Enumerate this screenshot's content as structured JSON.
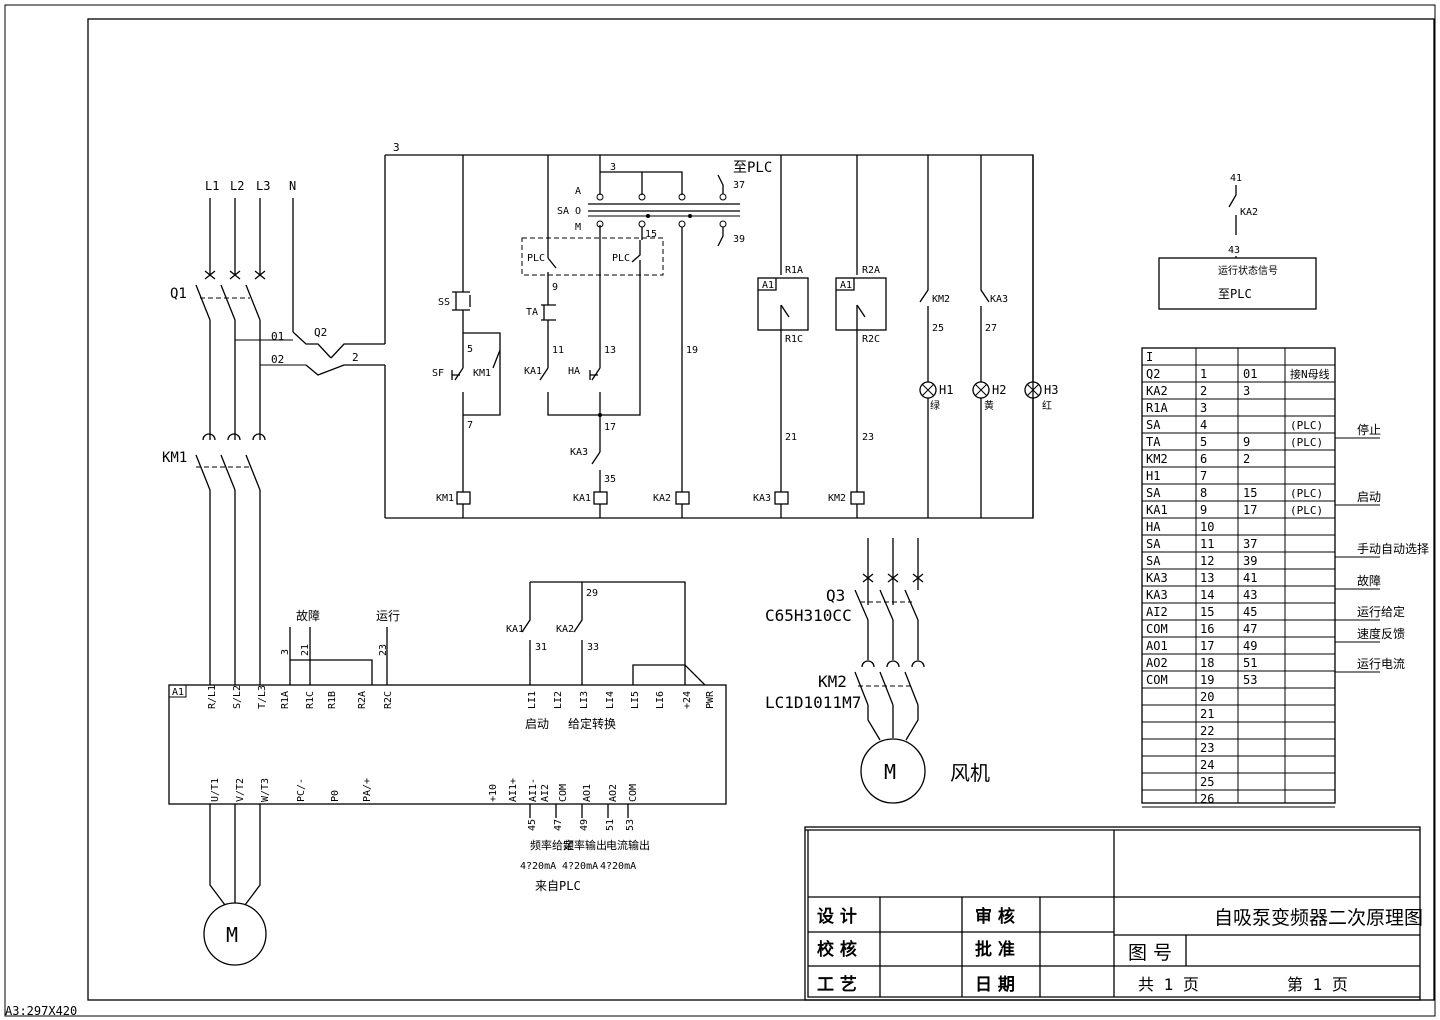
{
  "sheet_size": "A3:297X420",
  "power": {
    "phases": [
      "L1",
      "L2",
      "L3",
      "N"
    ],
    "breaker_main": "Q1",
    "breaker_ctrl": "Q2",
    "contactor_main": "KM1",
    "wire_01": "01",
    "wire_02": "02",
    "wire_2": "2",
    "wire_3": "3"
  },
  "control": {
    "plc_top": "至PLC",
    "sa_labels": [
      "A",
      "SA",
      "O",
      "M"
    ],
    "terminals": [
      "3",
      "37",
      "39",
      "15",
      "9",
      "5",
      "11",
      "13",
      "17",
      "19",
      "7",
      "35",
      "21",
      "23",
      "25",
      "27"
    ],
    "devices": [
      "SS",
      "SF",
      "KM1",
      "TA",
      "KA1",
      "HA",
      "KA3",
      "PLC",
      "PLC",
      "R1A",
      "R1C",
      "R2A",
      "R2C",
      "A1",
      "A1",
      "KM2",
      "KA3"
    ],
    "coils": [
      "KM1",
      "KA1",
      "KA2",
      "KA3",
      "KM2"
    ],
    "lamps": [
      {
        "name": "H1",
        "color": "绿"
      },
      {
        "name": "H2",
        "color": "黄"
      },
      {
        "name": "H3",
        "color": "红"
      }
    ]
  },
  "plc_box": {
    "contact_top": "41",
    "contact_name": "KA2",
    "contact_bottom": "43",
    "line1": "运行状态信号",
    "line2": "至PLC"
  },
  "terminal_table": {
    "header": "I",
    "rows": [
      {
        "dev": "Q2",
        "num": "1",
        "wire": "01",
        "note": "接N母线"
      },
      {
        "dev": "KA2",
        "num": "2",
        "wire": "3",
        "note": ""
      },
      {
        "dev": "R1A",
        "num": "3",
        "wire": "",
        "note": ""
      },
      {
        "dev": "SA",
        "num": "4",
        "wire": "",
        "note": "(PLC)"
      },
      {
        "dev": "TA",
        "num": "5",
        "wire": "9",
        "note": "(PLC)"
      },
      {
        "dev": "KM2",
        "num": "6",
        "wire": "2",
        "note": ""
      },
      {
        "dev": "H1",
        "num": "7",
        "wire": "",
        "note": ""
      },
      {
        "dev": "SA",
        "num": "8",
        "wire": "15",
        "note": "(PLC)"
      },
      {
        "dev": "KA1",
        "num": "9",
        "wire": "17",
        "note": "(PLC)"
      },
      {
        "dev": "HA",
        "num": "10",
        "wire": "",
        "note": ""
      },
      {
        "dev": "SA",
        "num": "11",
        "wire": "37",
        "note": ""
      },
      {
        "dev": "SA",
        "num": "12",
        "wire": "39",
        "note": ""
      },
      {
        "dev": "KA3",
        "num": "13",
        "wire": "41",
        "note": ""
      },
      {
        "dev": "KA3",
        "num": "14",
        "wire": "43",
        "note": ""
      },
      {
        "dev": "AI2",
        "num": "15",
        "wire": "45",
        "note": ""
      },
      {
        "dev": "COM",
        "num": "16",
        "wire": "47",
        "note": ""
      },
      {
        "dev": "AO1",
        "num": "17",
        "wire": "49",
        "note": ""
      },
      {
        "dev": "AO2",
        "num": "18",
        "wire": "51",
        "note": ""
      },
      {
        "dev": "COM",
        "num": "19",
        "wire": "53",
        "note": ""
      },
      {
        "dev": "",
        "num": "20",
        "wire": "",
        "note": ""
      },
      {
        "dev": "",
        "num": "21",
        "wire": "",
        "note": ""
      },
      {
        "dev": "",
        "num": "22",
        "wire": "",
        "note": ""
      },
      {
        "dev": "",
        "num": "23",
        "wire": "",
        "note": ""
      },
      {
        "dev": "",
        "num": "24",
        "wire": "",
        "note": ""
      },
      {
        "dev": "",
        "num": "25",
        "wire": "",
        "note": ""
      },
      {
        "dev": "",
        "num": "26",
        "wire": "",
        "note": ""
      }
    ],
    "side_labels": [
      "停止",
      "启动",
      "手动自动选择",
      "故障",
      "运行给定",
      "速度反馈",
      "运行电流"
    ]
  },
  "vfd": {
    "name": "A1",
    "top_terms": [
      "R/L1",
      "S/L2",
      "T/L3",
      "R1A",
      "R1C",
      "R1B",
      "R2A",
      "R2C",
      "LI1",
      "LI2",
      "LI3",
      "LI4",
      "LI5",
      "LI6",
      "+24",
      "PWR"
    ],
    "bottom_terms": [
      "U/T1",
      "V/T2",
      "W/T3",
      "PC/-",
      "P0",
      "PA/+",
      "+10",
      "AI1+",
      "AI1-",
      "AI2",
      "COM",
      "AO1",
      "AO2",
      "COM"
    ],
    "fault": "故障",
    "run": "运行",
    "relay_wires": [
      "3",
      "21",
      "23"
    ],
    "di_labels": [
      "启动",
      "给定转换"
    ],
    "di_contacts": [
      "KA1",
      "KA2"
    ],
    "di_wires": [
      "29",
      "31",
      "33"
    ],
    "ao_wires": [
      "45",
      "47",
      "49",
      "51",
      "53"
    ],
    "ao_labels": [
      "频率给定",
      "频率输出",
      "电流输出"
    ],
    "ao_ranges": [
      "4?20mA",
      "4?20mA",
      "4?20mA"
    ],
    "ao_source": "来自PLC",
    "motor": "M"
  },
  "fan": {
    "breaker": "Q3",
    "breaker_model": "C65H310CC",
    "contactor": "KM2",
    "contactor_model": "LC1D1011M7",
    "motor": "M",
    "label": "风机"
  },
  "title_block": {
    "title": "自吸泵变频器二次原理图",
    "design": "设  计",
    "check": "校  核",
    "process": "工  艺",
    "review": "审  核",
    "approve": "批  准",
    "date": "日  期",
    "drawing_no": "图  号",
    "total": "共  1  页",
    "page": "第  1  页"
  }
}
